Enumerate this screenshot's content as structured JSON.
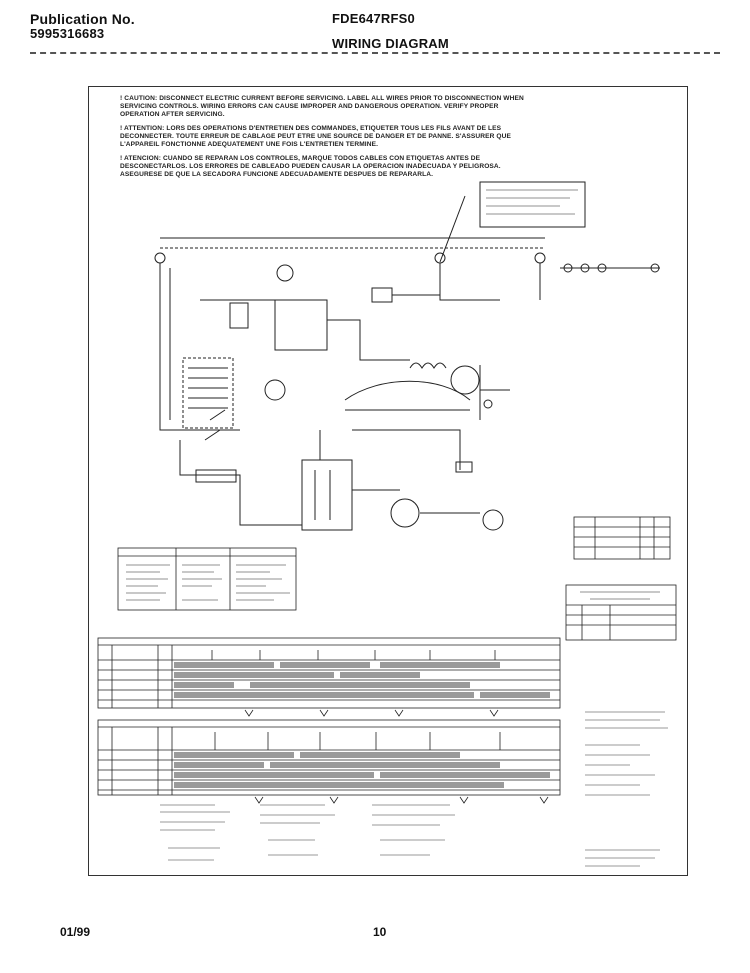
{
  "header": {
    "pub_label": "Publication No.",
    "pub_number": "5995316683",
    "model": "FDE647RFS0",
    "section_title": "WIRING DIAGRAM"
  },
  "cautions": [
    "! CAUTION: DISCONNECT ELECTRIC CURRENT BEFORE SERVICING. LABEL ALL WIRES PRIOR TO DISCONNECTION WHEN SERVICING CONTROLS. WIRING ERRORS CAN CAUSE IMPROPER AND DANGEROUS OPERATION. VERIFY PROPER OPERATION AFTER SERVICING.",
    "! ATTENTION: LORS DES OPERATIONS D'ENTRETIEN DES COMMANDES, ETIQUETER TOUS LES FILS AVANT DE LES DECONNECTER. TOUTE ERREUR DE CABLAGE PEUT ETRE UNE SOURCE DE DANGER ET DE PANNE. S'ASSURER QUE L'APPAREIL FONCTIONNE ADEQUATEMENT UNE FOIS L'ENTRETIEN TERMINE.",
    "! ATENCION: CUANDO SE REPARAN LOS CONTROLES, MARQUE TODOS CABLES CON ETIQUETAS ANTES DE DESCONECTARLOS. LOS ERRORES DE CABLEADO PUEDEN CAUSAR LA OPERACION INADECUADA Y PELIGROSA. ASEGURESE DE QUE LA SECADORA FUNCIONE ADECUADAMENTE DESPUES DE REPARARLA."
  ],
  "footer": {
    "date": "01/99",
    "page": "10"
  }
}
